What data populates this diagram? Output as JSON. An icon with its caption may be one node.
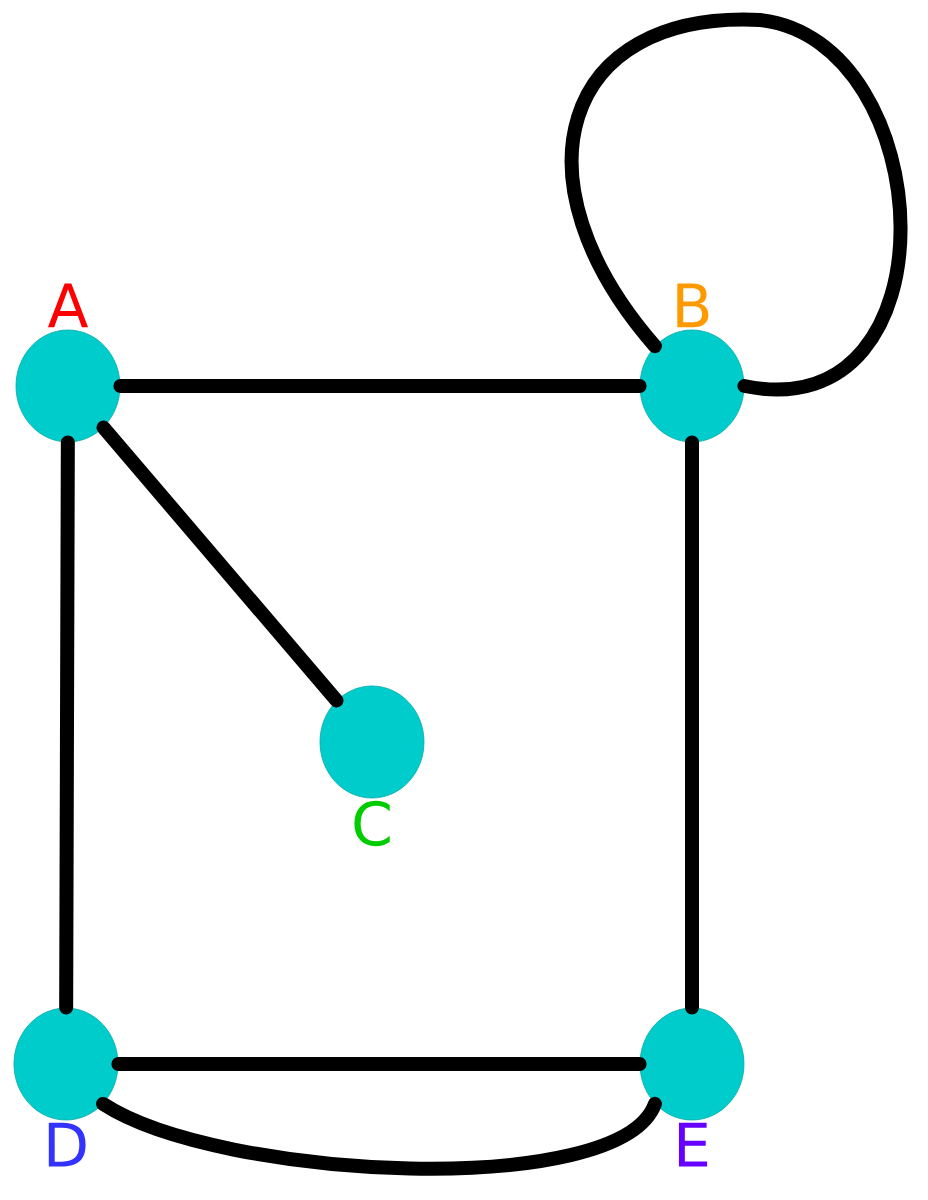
{
  "diagram": {
    "nodes": [
      {
        "text": [
          "A"
        ]
      },
      {
        "text": [
          "B"
        ]
      },
      {
        "text": [
          "C"
        ]
      },
      {
        "text": [
          "D"
        ]
      },
      {
        "text": [
          "E"
        ]
      }
    ],
    "edges": [
      {
        "from": 0,
        "to": 1,
        "arrow": "none"
      },
      {
        "from": 1,
        "to": 1,
        "arrow": "none"
      },
      {
        "from": 0,
        "to": 2,
        "arrow": "none"
      },
      {
        "from": 0,
        "to": 3,
        "arrow": "none"
      },
      {
        "from": 1,
        "to": 4,
        "arrow": "none"
      },
      {
        "from": 3,
        "to": 4,
        "arrow": "none"
      },
      {
        "from": 3,
        "to": 4,
        "arrow": "none"
      }
    ]
  }
}
